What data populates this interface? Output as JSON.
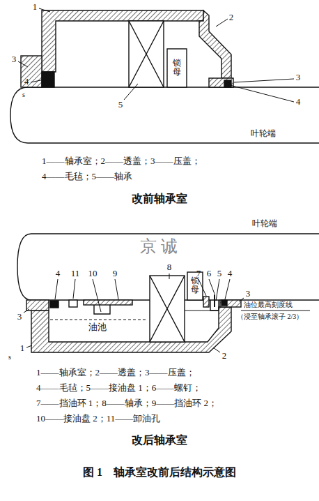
{
  "diagram": {
    "caption": "图 1　轴承室改前后结构示意图",
    "labels": [
      "1",
      "2",
      "3",
      "4",
      "锁母",
      "5",
      "3",
      "4",
      "s",
      "叶轮端",
      "1——轴承室；2——透盖；3——压盖；",
      "4——毛毡；5——轴承",
      "改前轴承室",
      "叶轮端",
      "京 诚",
      "4",
      "11",
      "10",
      "9",
      "8",
      "7",
      "6",
      "5",
      "4",
      "锁母",
      "3",
      "油位最高刻度线",
      "（浸至轴承滚子 2/3）",
      "3",
      "油池",
      "1",
      "2",
      "s",
      "1——轴承室；2——透盖；3——压盖；",
      "4——毛毡；5——接油盘 1；6——螺钉；",
      "7——挡油环 1；8——轴承；9——挡油环 2；",
      "10——接油盘 2；11——卸油孔",
      "改后轴承室"
    ]
  }
}
